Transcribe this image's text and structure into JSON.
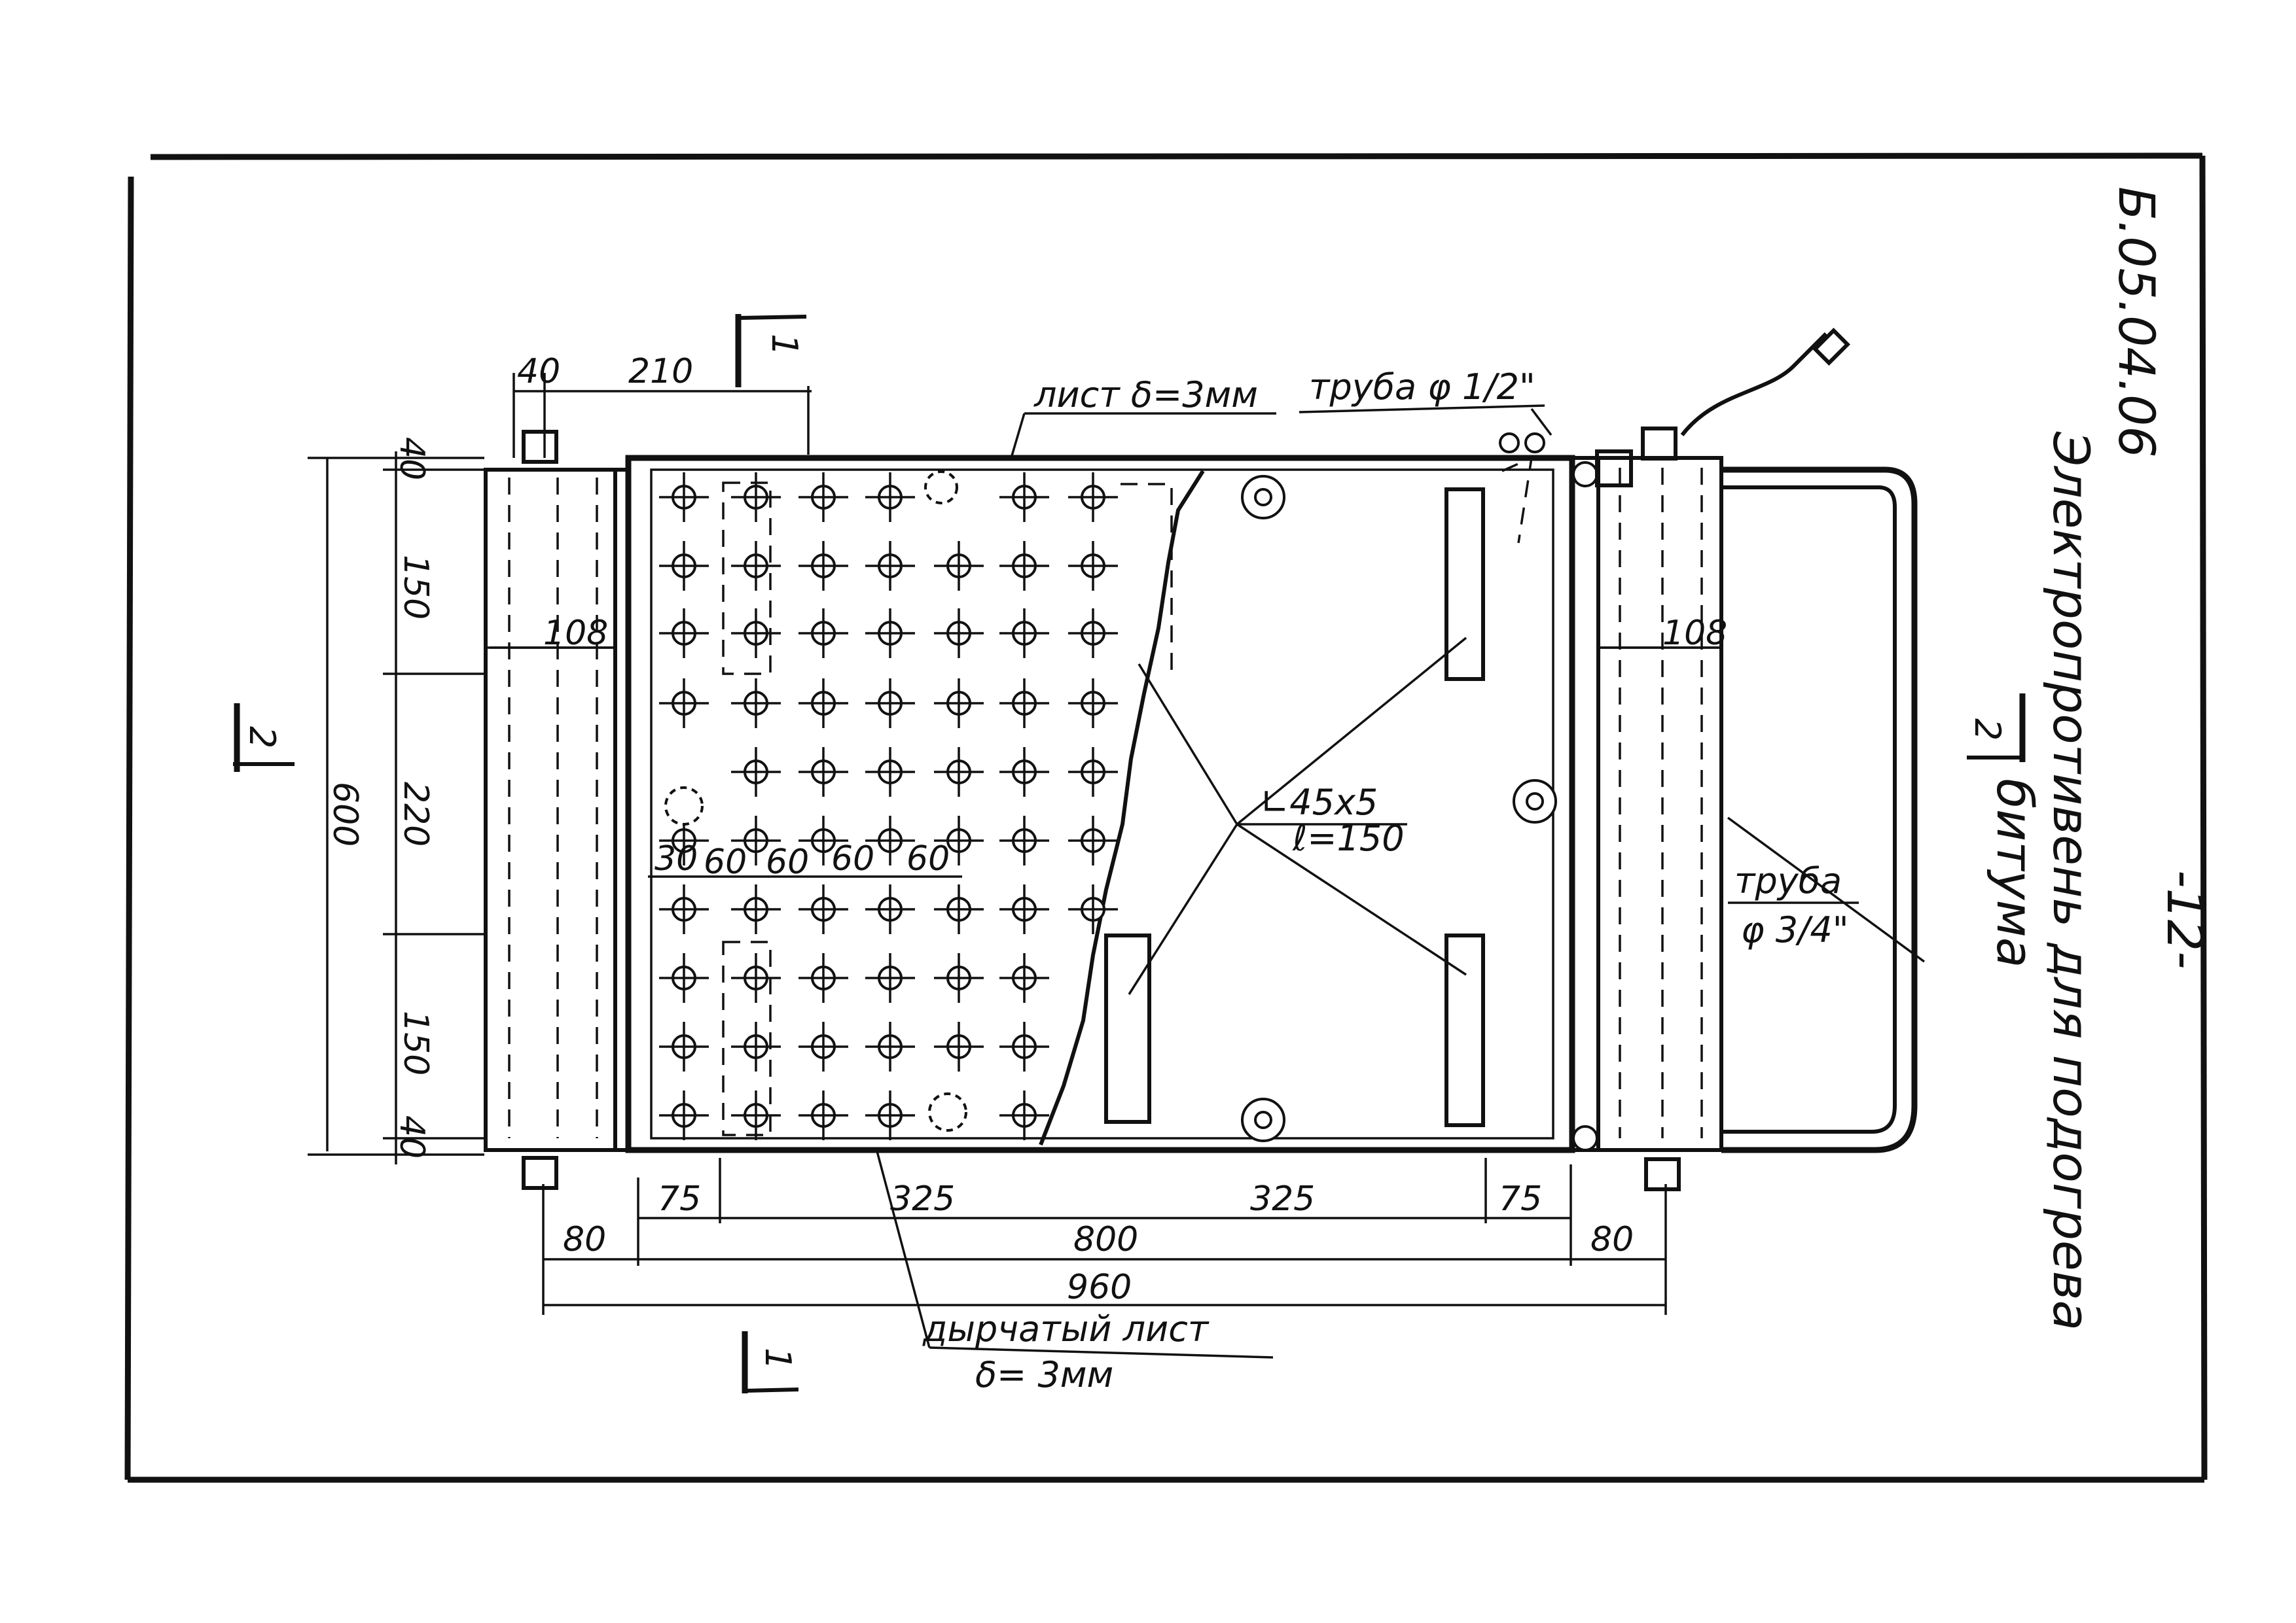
{
  "sheet": {
    "code": "Б.05.04.06",
    "page_number": "-12-",
    "title_line1": "Электропротивень для подогрева",
    "title_line2": "битума"
  },
  "section_marks": {
    "top": "1",
    "bottom": "1",
    "left": "2",
    "right": "2"
  },
  "callouts": {
    "sheet_label": "лист δ=3мм",
    "pipe_half": "труба φ 1/2\"",
    "pipe_three_quarter_line1": "труба",
    "pipe_three_quarter_line2": "φ 3/4\"",
    "angle_line1": "∟45х5",
    "angle_line2": "ℓ=150",
    "perforated_line1": "дырчатый лист",
    "perforated_line2": "δ= 3мм"
  },
  "dimensions": {
    "top_40": "40",
    "top_210": "210",
    "left_40_top": "40",
    "left_150_top": "150",
    "left_220": "220",
    "left_150_bottom": "150",
    "left_40_bottom": "40",
    "overall_600": "600",
    "width_108_left": "108",
    "width_108_right": "108",
    "pitch_30": "30",
    "pitch_60_a": "60",
    "pitch_60_b": "60",
    "pitch_60_c": "60",
    "pitch_60_d": "60",
    "bottom_75_left": "75",
    "bottom_325_left": "325",
    "bottom_325_right": "325",
    "bottom_75_right": "75",
    "bottom_80_left": "80",
    "bottom_800": "800",
    "bottom_80_right": "80",
    "overall_960": "960"
  },
  "colors": {
    "ink": "#111111",
    "paper": "#ffffff"
  }
}
